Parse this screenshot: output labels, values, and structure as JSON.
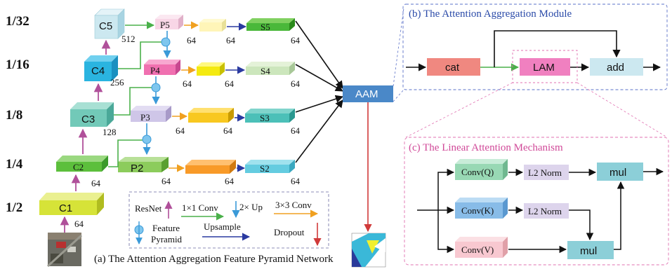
{
  "scales": [
    "1/32",
    "1/16",
    "1/8",
    "1/4",
    "1/2"
  ],
  "backbone": [
    {
      "label": "C5",
      "channels": "512"
    },
    {
      "label": "C4",
      "channels": "256"
    },
    {
      "label": "C3",
      "channels": "128"
    },
    {
      "label": "C2",
      "channels": "64"
    },
    {
      "label": "C1",
      "channels": "64"
    }
  ],
  "pyramid": [
    "P5",
    "P4",
    "P3",
    "P2"
  ],
  "pyramid_channels": [
    "64",
    "64",
    "64",
    "64"
  ],
  "s_channels": [
    "64",
    "64",
    "64",
    "64"
  ],
  "outputs": [
    "S5",
    "S4",
    "S3",
    "S2"
  ],
  "aam_label": "AAM",
  "caption_a": "(a) The Attention Aggregation Feature Pyramid Network",
  "legend": {
    "resnet": "ResNet",
    "conv1": "1×1 Conv",
    "up2": "2× Up",
    "conv3": "3×3 Conv",
    "fp_line1": "Feature",
    "fp_line2": "Pyramid",
    "upsample": "Upsample",
    "dropout": "Dropout"
  },
  "panel_b": {
    "title": "(b) The Attention Aggregation Module",
    "cat": "cat",
    "lam": "LAM",
    "add": "add"
  },
  "panel_c": {
    "title": "(c) The Linear Attention Mechanism",
    "convq": "Conv(Q)",
    "convk": "Conv(K)",
    "convv": "Conv(V)",
    "l2norm1": "L2 Norm",
    "l2norm2": "L2 Norm",
    "mul_top": "mul",
    "mul_bottom": "mul"
  },
  "colors": {
    "c5": "#cce8f0",
    "c4": "#2ab4e0",
    "c3": "#72c9b8",
    "c2": "#5cbf3c",
    "c1": "#d6e338",
    "p5": "#f8d6e6",
    "p4": "#f070b0",
    "p3": "#cfc6e8",
    "p2": "#8ccc5c",
    "resnet_arrow": "#b0509a",
    "green_arrow": "#4ab04a",
    "blue_arrow": "#2a3aa0",
    "orange_arrow": "#f0a020",
    "up_arrow": "#3a9ad8",
    "dropout_arrow": "#d03a3a",
    "aam": "#4a88c8",
    "cat": "#f08880",
    "lam": "#f080c0",
    "add": "#cce8f0",
    "panel_b_border": "#5a70c8",
    "panel_c_border": "#e070b0"
  }
}
